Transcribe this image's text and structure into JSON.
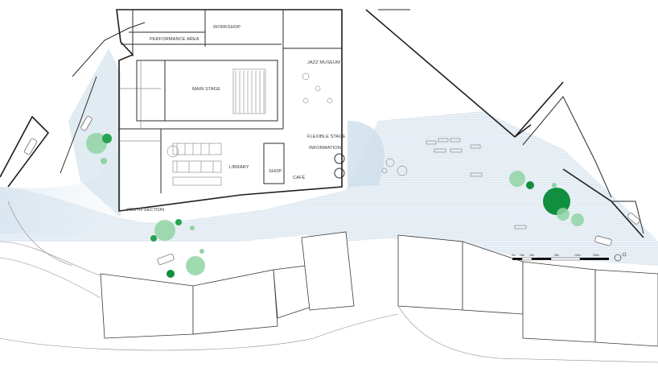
{
  "labels": {
    "workshop": "WORKSHOP",
    "performance_area": "PERFORMANCE AREA",
    "jazz_museum": "JAZZ MUSEUM",
    "main_stage": "MAIN STAGE",
    "flexible_stage": "FLEXIBLE STAGE",
    "information": "INFORMATION",
    "library": "LIBRARY",
    "shop": "SHOP",
    "cafe": "CAFÉ",
    "youth_section": "YOUTH SECTION"
  },
  "scale_bar": {
    "ticks": [
      "0m",
      "10m",
      "20m",
      "50m",
      "100m",
      "150m"
    ]
  },
  "colors": {
    "tree_dark": "#0f8f3f",
    "tree_mid": "#26a353",
    "tree_light": "#8fd3a3",
    "water": "#dbe7f0",
    "water_light": "#eaf1f6",
    "line": "#2b2b2b"
  }
}
